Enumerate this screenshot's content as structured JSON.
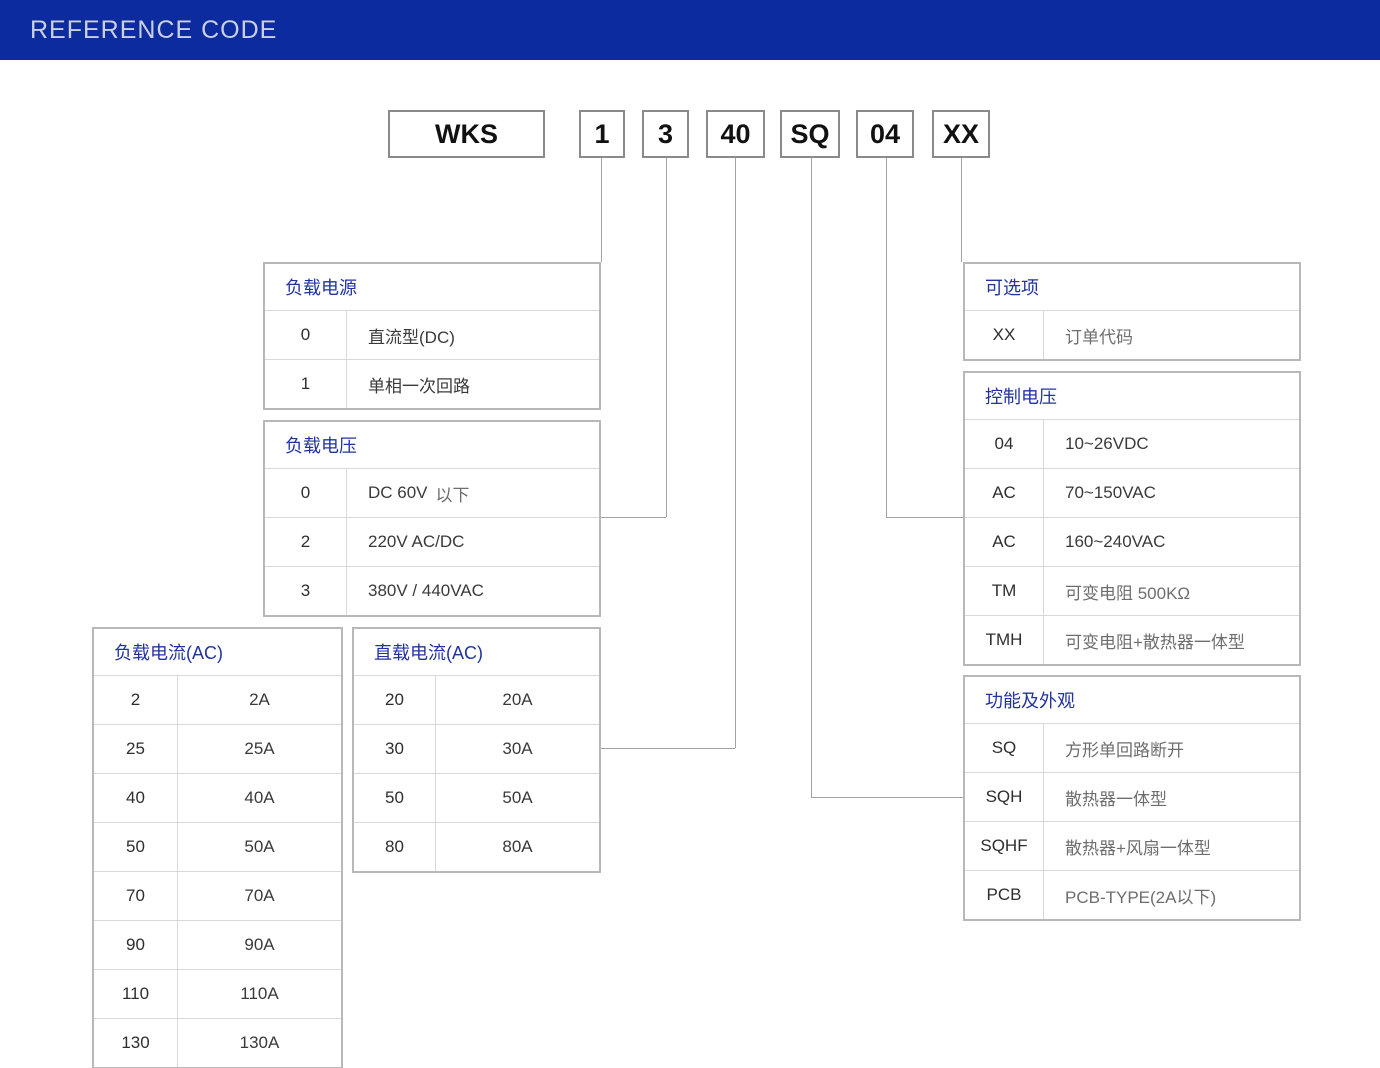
{
  "header": {
    "title": "REFERENCE CODE"
  },
  "code_boxes": {
    "series": "WKS",
    "digit1": "1",
    "digit2": "3",
    "digit3": "40",
    "digit4": "SQ",
    "digit5": "04",
    "digit6": "XX"
  },
  "tables": {
    "load_power": {
      "title": "负载电源",
      "rows": [
        {
          "code": "0",
          "desc": "直流型(DC)"
        },
        {
          "code": "1",
          "desc": "单相一次回路"
        }
      ]
    },
    "load_voltage": {
      "title": "负载电压",
      "rows": [
        {
          "code": "0",
          "desc": "DC 60V",
          "desc_suffix": "以下"
        },
        {
          "code": "2",
          "desc": "220V AC/DC"
        },
        {
          "code": "3",
          "desc": "380V / 440VAC"
        }
      ]
    },
    "load_current_ac": {
      "title": "负载电流(AC)",
      "rows": [
        {
          "code": "2",
          "desc": "2A"
        },
        {
          "code": "25",
          "desc": "25A"
        },
        {
          "code": "40",
          "desc": "40A"
        },
        {
          "code": "50",
          "desc": "50A"
        },
        {
          "code": "70",
          "desc": "70A"
        },
        {
          "code": "90",
          "desc": "90A"
        },
        {
          "code": "110",
          "desc": "110A"
        },
        {
          "code": "130",
          "desc": "130A"
        }
      ]
    },
    "direct_current_ac": {
      "title": "直载电流(AC)",
      "rows": [
        {
          "code": "20",
          "desc": "20A"
        },
        {
          "code": "30",
          "desc": "30A"
        },
        {
          "code": "50",
          "desc": "50A"
        },
        {
          "code": "80",
          "desc": "80A"
        }
      ]
    },
    "options": {
      "title": "可选项",
      "rows": [
        {
          "code": "XX",
          "desc": "订单代码"
        }
      ]
    },
    "control_voltage": {
      "title": "控制电压",
      "rows": [
        {
          "code": "04",
          "desc": "10~26VDC"
        },
        {
          "code": "AC",
          "desc": "70~150VAC"
        },
        {
          "code": "AC",
          "desc": "160~240VAC"
        },
        {
          "code": "TM",
          "desc": "可变电阻 500KΩ"
        },
        {
          "code": "TMH",
          "desc": "可变电阻+散热器一体型"
        }
      ]
    },
    "function_appearance": {
      "title": "功能及外观",
      "rows": [
        {
          "code": "SQ",
          "desc": "方形单回路断开"
        },
        {
          "code": "SQH",
          "desc": "散热器一体型"
        },
        {
          "code": "SQHF",
          "desc": "散热器+风扇一体型"
        },
        {
          "code": "PCB",
          "desc": "PCB-TYPE(2A以下)"
        }
      ]
    }
  },
  "colors": {
    "header_bar_bg": "#0c2b9e",
    "header_bar_text": "#c9cfe4",
    "table_title_text": "#2133a0",
    "code_text": "#2e2e2e",
    "desc_text": "#3a3a3a",
    "muted_text": "#6e6e6e",
    "box_border": "#8a8a8a",
    "table_border": "#b8b8b8",
    "divider": "#d9d9d9",
    "connector": "#a3a3a3"
  }
}
